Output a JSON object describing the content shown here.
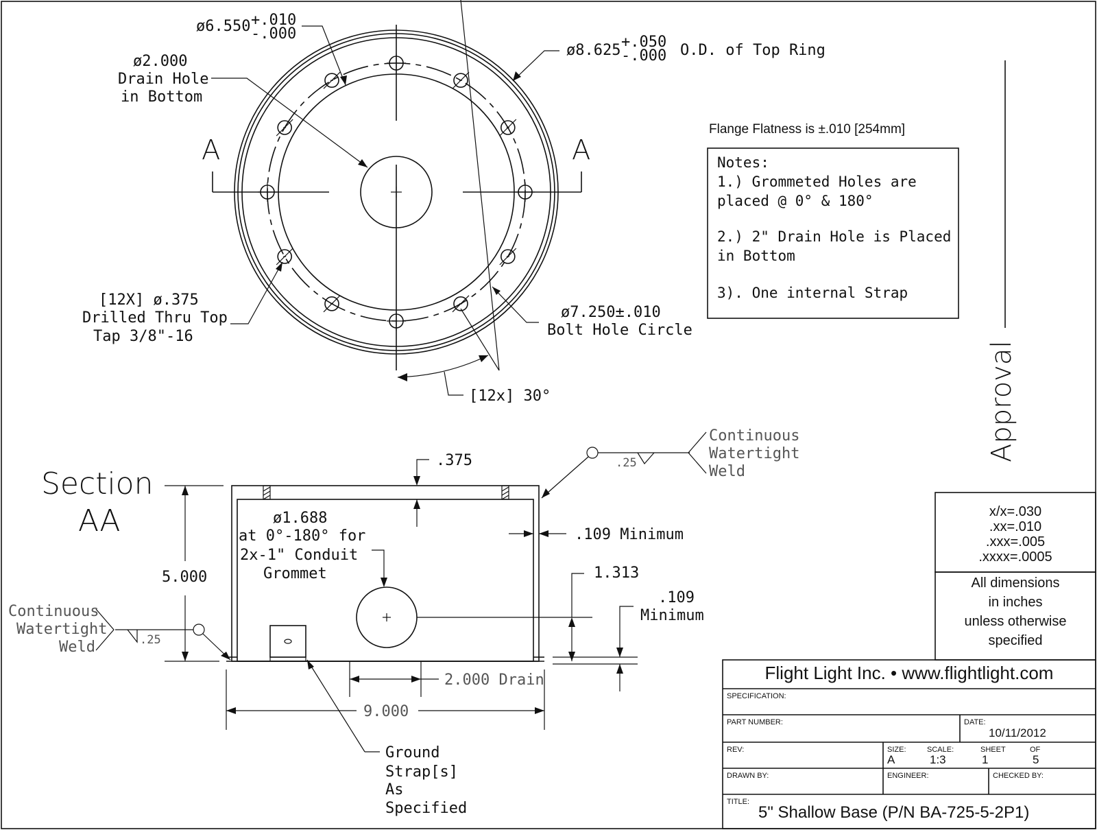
{
  "top_view": {
    "dim_6550": "ø6.550",
    "tol_6550_plus": "+.010",
    "tol_6550_minus": "-.000",
    "drain_dia": "ø2.000",
    "drain_l1": "Drain Hole",
    "drain_l2": "in Bottom",
    "dim_8625": "ø8.625",
    "tol_8625_plus": "+.050",
    "tol_8625_minus": "-.000",
    "od_label": "O.D. of Top Ring",
    "section_mark_left": "A",
    "section_mark_right": "A",
    "holes_l1": "[12X] ø.375",
    "holes_l2": "Drilled Thru Top",
    "holes_l3": "Tap 3/8\"-16",
    "bolt_l1": "ø7.250±.010",
    "bolt_l2": "Bolt Hole Circle",
    "angle_label": "[12x] 30°"
  },
  "flatness": "Flange Flatness is ±.010 [254mm]",
  "notes": {
    "title": "Notes:",
    "n1a": "1.) Grommeted Holes are",
    "n1b": "placed @ 0° & 180°",
    "n2a": "2.) 2\" Drain Hole is Placed",
    "n2b": "in Bottom",
    "n3": "3). One internal Strap"
  },
  "approval": "Approval",
  "section": {
    "title1": "Section",
    "title2": "AA",
    "dim_375": ".375",
    "weld_top_1": "Continuous",
    "weld_top_2": "Watertight",
    "weld_top_3": "Weld",
    "weld_top_size": ".25",
    "conduit_1": "ø1.688",
    "conduit_2": "at 0°-180° for",
    "conduit_3": "2x-1\" Conduit",
    "conduit_4": "Grommet",
    "wall_min": ".109 Minimum",
    "height": "5.000",
    "dim_1313": "1.313",
    "bottom_min_1": ".109",
    "bottom_min_2": "Minimum",
    "weld_left_1": "Continuous",
    "weld_left_2": "Watertight",
    "weld_left_3": "Weld",
    "weld_left_size": ".25",
    "drain_dim": "2.000 Drain",
    "width": "9.000",
    "strap_1": "Ground",
    "strap_2": "Strap[s]",
    "strap_3": "As",
    "strap_4": "Specified"
  },
  "tolerances": {
    "t1": "x/x=.030",
    "t2": ".xx=.010",
    "t3": ".xxx=.005",
    "t4": ".xxxx=.0005",
    "d1": "All dimensions",
    "d2": "in inches",
    "d3": "unless otherwise",
    "d4": "specified"
  },
  "title_block": {
    "company": "Flight Light Inc. • www.flightlight.com",
    "spec_label": "SPECIFICATION:",
    "part_label": "PART NUMBER:",
    "date_label": "DATE:",
    "date_value": "10/11/2012",
    "rev_label": "REV:",
    "size_label": "SIZE:",
    "size_value": "A",
    "scale_label": "SCALE:",
    "scale_value": "1:3",
    "sheet_label": "SHEET",
    "sheet_value": "1",
    "of_label": "OF",
    "of_value": "5",
    "drawn_label": "DRAWN BY:",
    "engineer_label": "ENGINEER:",
    "checked_label": "CHECKED BY:",
    "title_label": "TITLE:",
    "title_value": "5\" Shallow Base (P/N BA-725-5-2P1)"
  }
}
